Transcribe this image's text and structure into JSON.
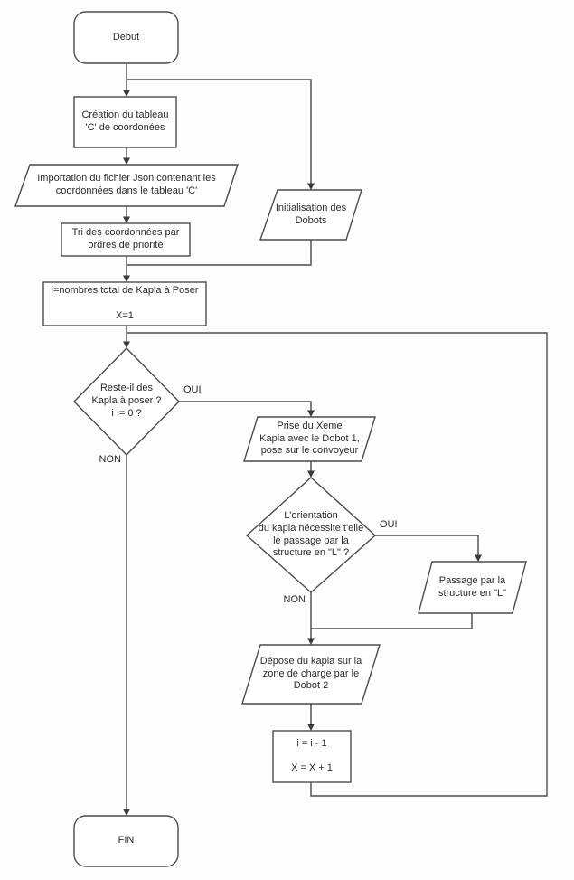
{
  "diagram": {
    "title": "Flowchart pose de Kapla avec Dobots",
    "colors": {
      "shape_fill": "#ffffff",
      "stroke": "#4c4c4c",
      "text": "#2b2b2b",
      "background": "#fdfdfd"
    },
    "nodes": {
      "debut": {
        "type": "terminator",
        "label": "Début"
      },
      "creation": {
        "type": "process",
        "label": "Création du tableau\n'C' de coordonées"
      },
      "importation": {
        "type": "data",
        "label": "Importation du fichier Json contenant les\ncoordonnées dans le tableau 'C'"
      },
      "initialisation": {
        "type": "data",
        "label": "Initialisation des\nDobots"
      },
      "tri": {
        "type": "process",
        "label": "Tri des coordonnées par\nordres de priorité"
      },
      "compteur": {
        "type": "process",
        "label": "i=nombres total de Kapla à Poser\n\nX=1"
      },
      "decision_kapla": {
        "type": "decision",
        "label": "Reste-il des\nKapla à poser ?\ni != 0 ?"
      },
      "prise": {
        "type": "data",
        "label": "Prise du Xeme\nKapla avec le Dobot 1,\npose sur le convoyeur"
      },
      "decision_orientation": {
        "type": "decision",
        "label": "L'orientation\ndu kapla nécessite t'elle\nle passage par la\nstructure en \"L\" ?"
      },
      "passage": {
        "type": "data",
        "label": "Passage par la\nstructure en \"L\""
      },
      "depose": {
        "type": "data",
        "label": "Dépose du kapla sur la\nzone de charge par le\nDobot 2"
      },
      "increment": {
        "type": "process",
        "label": "i = i - 1\n\nX = X + 1"
      },
      "fin": {
        "type": "terminator",
        "label": "FIN"
      }
    },
    "edge_labels": {
      "oui_1": "OUI",
      "non_1": "NON",
      "oui_2": "OUI",
      "non_2": "NON"
    }
  }
}
